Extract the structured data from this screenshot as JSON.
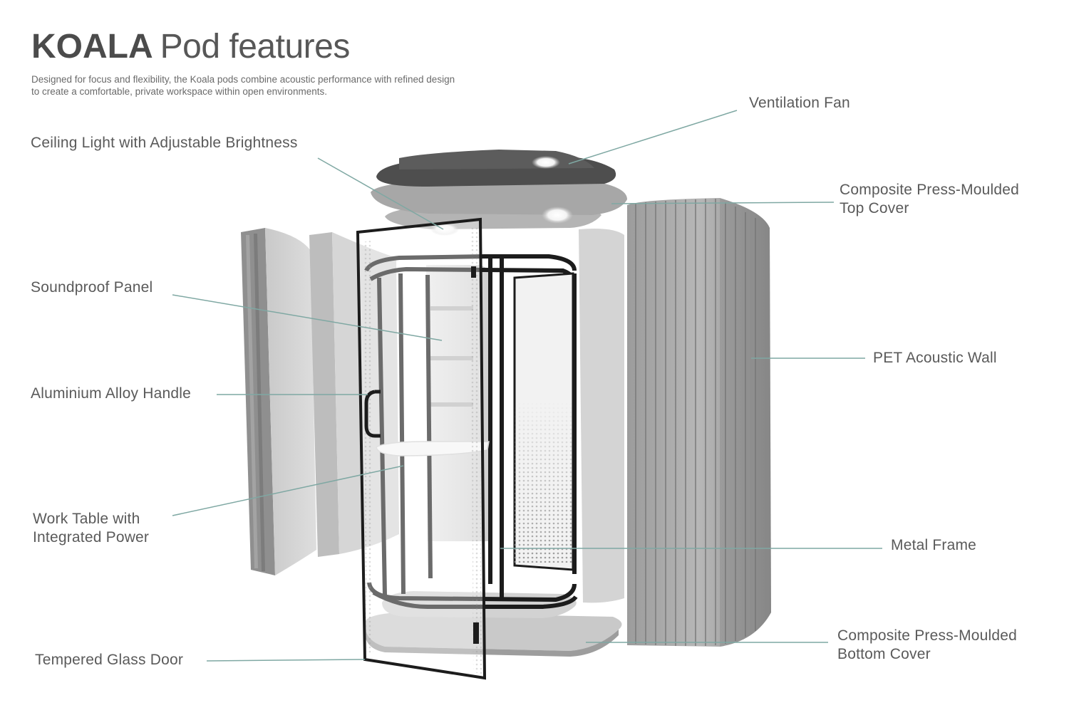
{
  "header": {
    "brand": "KOALA",
    "title": "Pod features",
    "description": "Designed for focus and flexibility, the Koala pods combine acoustic performance with refined design to create a comfortable, private workspace within open environments."
  },
  "labels": {
    "ventilation_fan": "Ventilation Fan",
    "ceiling_light": "Ceiling Light with Adjustable Brightness",
    "top_cover_line1": "Composite Press-Moulded",
    "top_cover_line2": "Top Cover",
    "soundproof_panel": "Soundproof Panel",
    "pet_wall": "PET Acoustic Wall",
    "handle": "Aluminium Alloy Handle",
    "work_table_line1": "Work Table with",
    "work_table_line2": "Integrated Power",
    "metal_frame": "Metal Frame",
    "glass_door": "Tempered Glass Door",
    "bottom_cover_line1": "Composite Press-Moulded",
    "bottom_cover_line2": "Bottom Cover"
  },
  "colors": {
    "leader_line": "#7fa8a3",
    "panel_grey": "#a9a9a9",
    "frame_black": "#1c1c1c",
    "text": "#5a5a5a"
  }
}
